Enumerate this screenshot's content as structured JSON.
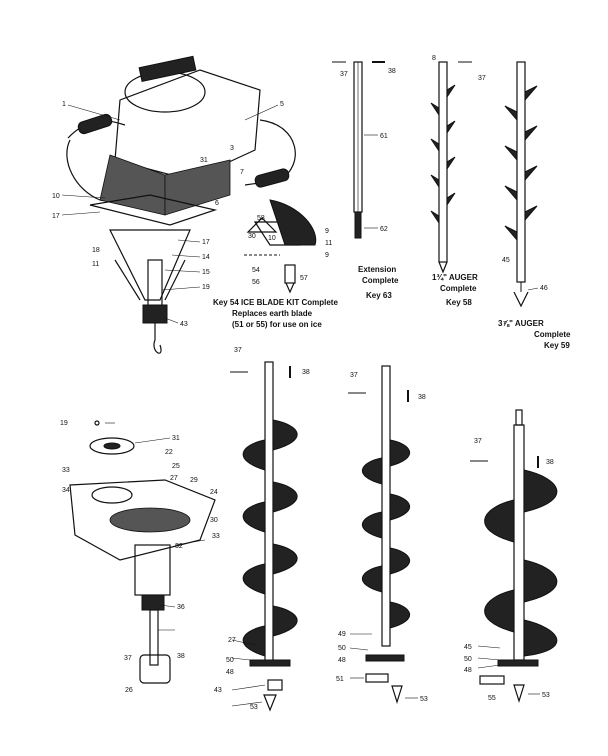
{
  "captions": {
    "extension": [
      "Extension",
      "Complete",
      "Key 63"
    ],
    "auger_small": [
      "1¾\" AUGER",
      "Complete",
      "Key 58"
    ],
    "auger_medium": [
      "3⅞\" AUGER",
      "Complete",
      "Key 59"
    ],
    "ice_blade": [
      "Key 54 ICE BLADE KIT Complete",
      "Replaces earth blade",
      "(51 or 55) for use on ice"
    ]
  },
  "callouts": {
    "engine": [
      "1",
      "5",
      "7",
      "10",
      "17",
      "17",
      "18",
      "19",
      "6",
      "14",
      "15",
      "11",
      "43",
      "31",
      "3"
    ],
    "blade_kit": [
      "58",
      "30",
      "10",
      "9",
      "11",
      "9",
      "54",
      "56",
      "57"
    ],
    "extension": [
      "37",
      "38",
      "61",
      "62"
    ],
    "auger_small": [
      "8",
      "37"
    ],
    "auger_medium": [
      "45",
      "46"
    ],
    "gearbox": [
      "19",
      "31",
      "22",
      "25",
      "33",
      "27",
      "34",
      "29",
      "24",
      "30",
      "32",
      "36",
      "26",
      "37",
      "38",
      "33"
    ],
    "large_auger_left": [
      "37",
      "38",
      "27",
      "50",
      "48",
      "43",
      "53"
    ],
    "large_auger_mid": [
      "37",
      "38",
      "49",
      "50",
      "48",
      "51",
      "53"
    ],
    "large_auger_right": [
      "37",
      "38",
      "45",
      "50",
      "48",
      "55",
      "53"
    ]
  }
}
